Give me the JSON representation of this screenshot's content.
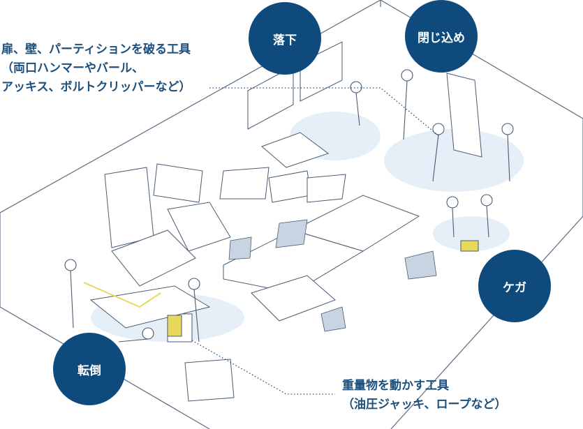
{
  "callouts": {
    "breaking_tools": {
      "line1": "扉、壁、パーティションを破る工具",
      "line2": "（両口ハンマーやバール、",
      "line3": "アッキス、ボルトクリッパーなど）"
    },
    "heavy_tools": {
      "line1": "重量物を動かす工具",
      "line2": "（油圧ジャッキ、ロープなど）"
    }
  },
  "hazards": {
    "falling": "落下",
    "trapped": "閉じ込め",
    "injury": "ケガ",
    "fall_over": "転倒"
  },
  "colors": {
    "accent": "#0f4a7d",
    "text": "#1b4f7c",
    "floor_tint": "#e6eff8",
    "line": "#4a5a70"
  }
}
